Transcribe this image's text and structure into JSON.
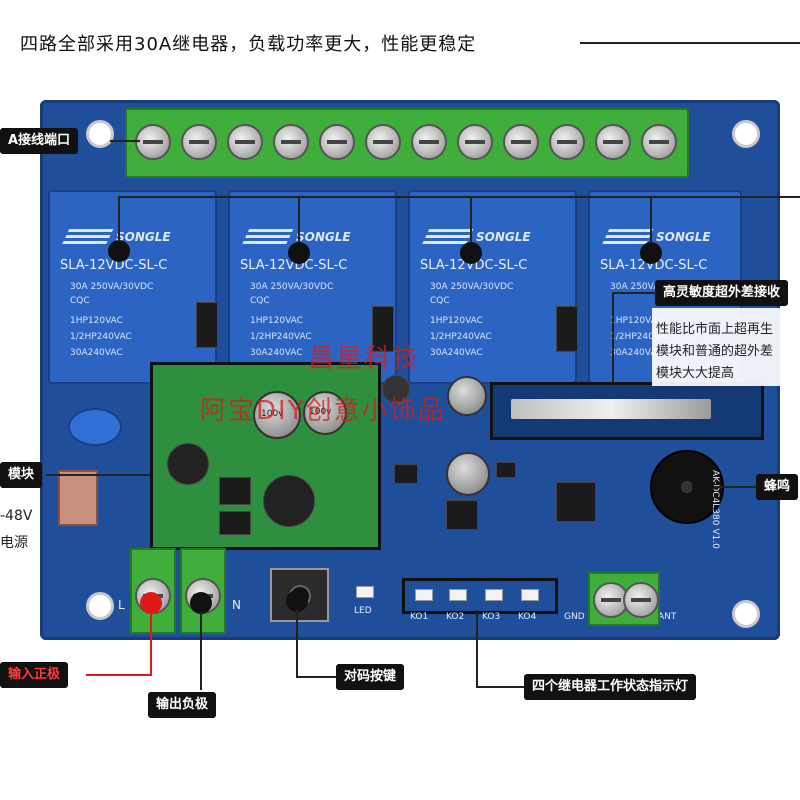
{
  "headline": "四路全部采用30A继电器，负载功率更大，性能更稳定",
  "labels": {
    "terminal": "A接线端口",
    "sensitivity": "高灵敏度超外差接收",
    "sens_desc1": "性能比市面上超再生",
    "sens_desc2": "模块和普通的超外差",
    "sens_desc3": "模块大大提高",
    "module": "模块",
    "voltage": "-48V",
    "power_source": "电源",
    "buzzer": "蜂鸣",
    "input_positive": "输入正极",
    "output_negative": "输出负极",
    "pair_button": "对码按键",
    "relay_leds": "四个继电器工作状态指示灯"
  },
  "relay": {
    "brand": "SONGLE",
    "model": "SLA-12VDC-SL-C",
    "spec1": "30A 250VA/30VDC",
    "spec2": "1HP120VAC",
    "spec3": "1/2HP240VAC",
    "spec4": "30A240VAC",
    "cqc": "CQC"
  },
  "board": {
    "cap_label": "100v",
    "cap_label2": "100v",
    "led_label": "LED",
    "led_names": [
      "KO1",
      "KO2",
      "KO3",
      "KO4"
    ],
    "gnd_label": "GND",
    "ant_label": "ANT",
    "version": "AK-DC4L380 V1.0",
    "term_l": "L",
    "term_n": "N"
  },
  "watermark": {
    "line1": "昌星科技",
    "line2": "阿宝DIY创意小饰品"
  },
  "colors": {
    "board": "#1f4f9a",
    "terminal": "#3fae3a",
    "relay": "#2c64c4",
    "callout_bg": "#111111",
    "positive_line": "#e01818"
  }
}
